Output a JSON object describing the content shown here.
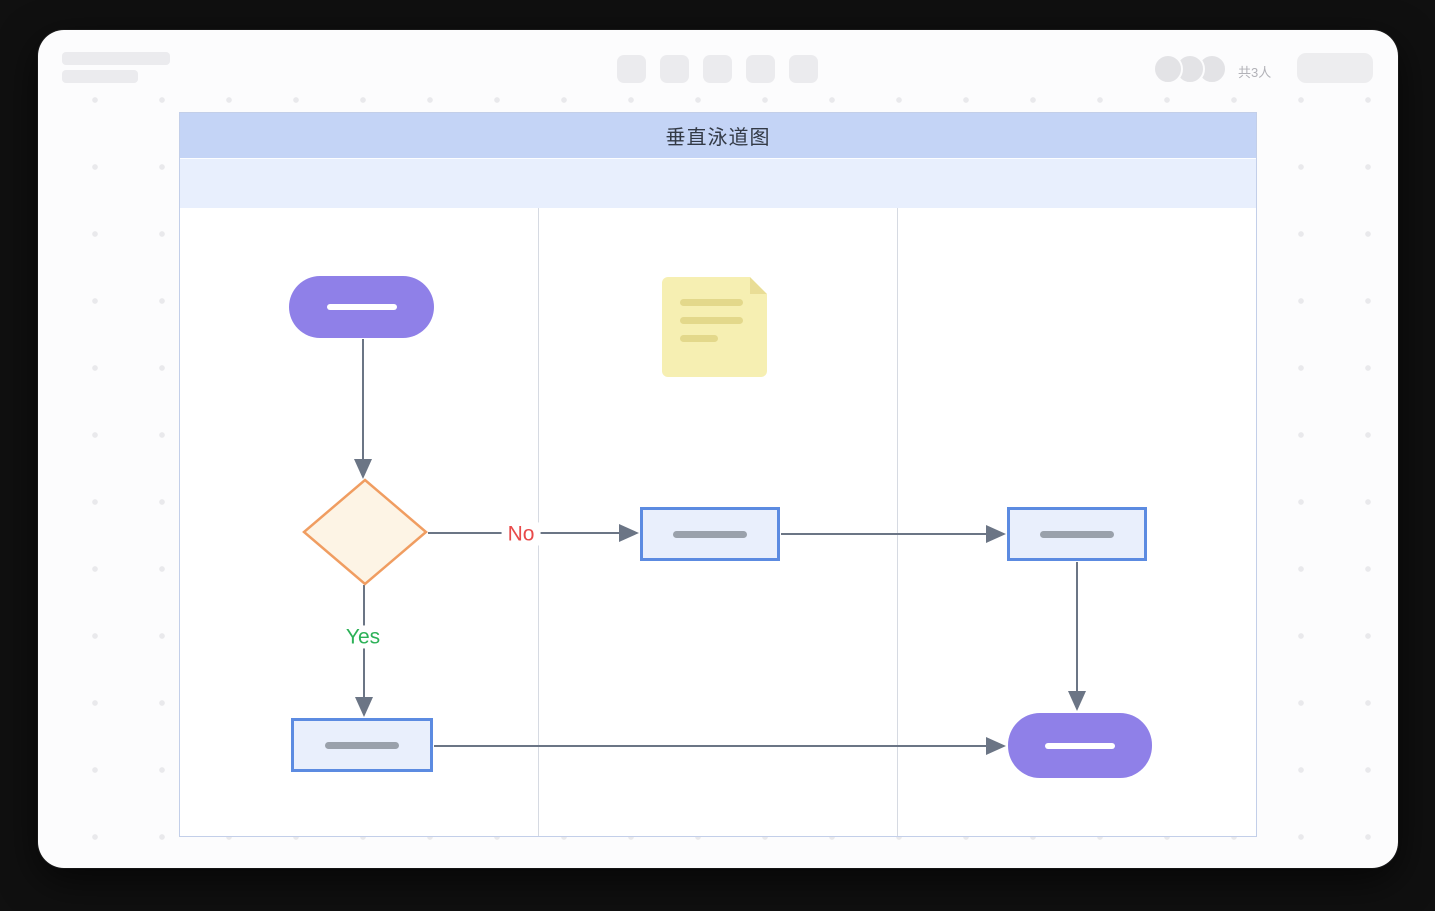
{
  "app": {
    "toolbar": {
      "collaborators_label": "共3人",
      "center_button_count": 5,
      "avatar_count": 3
    }
  },
  "diagram": {
    "title": "垂直泳道图",
    "type": "vertical-swimlane-flowchart",
    "lane_count": 3,
    "edge_labels": {
      "no": "No",
      "yes": "Yes"
    },
    "nodes": [
      {
        "id": "start",
        "shape": "rounded-pill",
        "lane": 1
      },
      {
        "id": "sticky-note",
        "shape": "note",
        "lane": 2
      },
      {
        "id": "decision",
        "shape": "diamond",
        "lane": 1
      },
      {
        "id": "process-lane2",
        "shape": "rectangle",
        "lane": 2
      },
      {
        "id": "process-lane3",
        "shape": "rectangle",
        "lane": 3
      },
      {
        "id": "process-lane1",
        "shape": "rectangle",
        "lane": 1
      },
      {
        "id": "end",
        "shape": "rounded-pill",
        "lane": 3
      }
    ],
    "edges": [
      {
        "from": "start",
        "to": "decision",
        "label": ""
      },
      {
        "from": "decision",
        "to": "process-lane2",
        "label": "No"
      },
      {
        "from": "decision",
        "to": "process-lane1",
        "label": "Yes"
      },
      {
        "from": "process-lane2",
        "to": "process-lane3",
        "label": ""
      },
      {
        "from": "process-lane3",
        "to": "end",
        "label": ""
      },
      {
        "from": "process-lane1",
        "to": "end",
        "label": ""
      }
    ],
    "colors": {
      "title_bar_bg": "#c4d4f6",
      "subheader_bg": "#e8effd",
      "lane_bg": "#ffffff",
      "table_border": "#c3cfe9",
      "lane_divider": "#d6dae2",
      "pill_fill": "#8f80e8",
      "process_fill": "#e9effc",
      "process_border": "#5c8be1",
      "diamond_fill": "#fdf4e5",
      "diamond_border": "#f09d61",
      "note_fill": "#f6efb2",
      "note_lines": "#e3d88b",
      "edge": "#6b7585",
      "label_no": "#e84a4a",
      "label_yes": "#2cb157"
    }
  }
}
